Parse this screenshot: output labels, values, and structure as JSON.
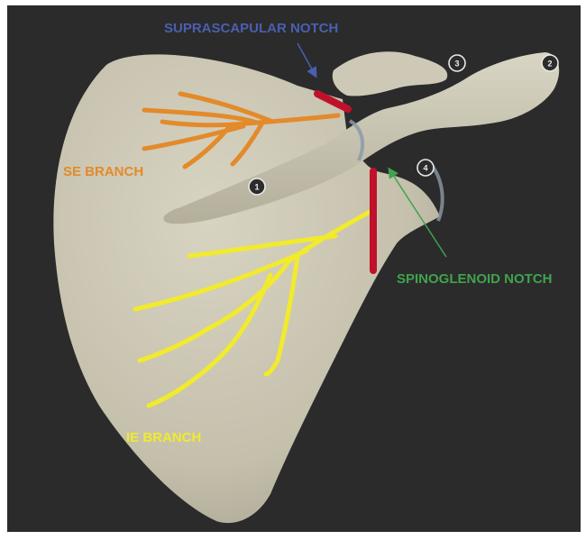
{
  "labels": {
    "suprascapular_notch": "SUPRASCAPULAR NOTCH",
    "spinoglenoid_notch": "SPINOGLENOID NOTCH",
    "se_branch": "SE BRANCH",
    "ie_branch": "IE BRANCH"
  },
  "markers": [
    "1",
    "2",
    "3",
    "4"
  ],
  "colors": {
    "background": "#2b2b2b",
    "bone": "#c9c5b2",
    "suprascapular_label": "#4a5fb0",
    "spinoglenoid_label": "#3fa34d",
    "se_branch": "#e38a2a",
    "ie_branch": "#f2ea2c",
    "notch_marker": "#c0112b"
  }
}
